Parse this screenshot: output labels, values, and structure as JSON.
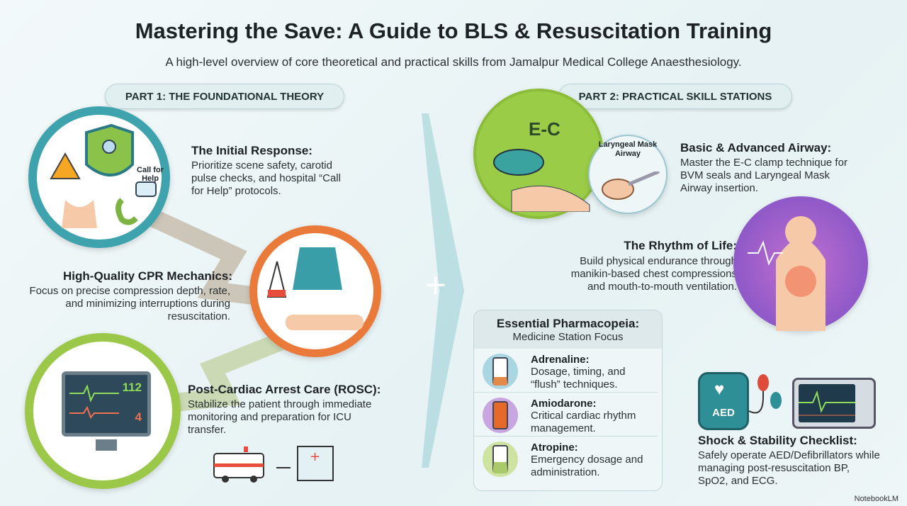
{
  "title": "Mastering the Save: A Guide to BLS & Resuscitation Training",
  "subtitle": "A high-level overview of core theoretical and practical skills from Jamalpur Medical College Anaesthesiology.",
  "part1": {
    "label": "PART 1: THE FOUNDATIONAL THEORY",
    "sections": [
      {
        "heading": "The Initial Response:",
        "text": "Prioritize scene safety, carotid pulse checks, and hospital “Call for Help” protocols.",
        "icon_label": "Call for Help"
      },
      {
        "heading": "High-Quality CPR Mechanics:",
        "text": "Focus on precise compression depth, rate, and minimizing interruptions during resuscitation."
      },
      {
        "heading": "Post-Cardiac Arrest Care (ROSC):",
        "text": "Stabilize the patient through immediate monitoring and preparation for ICU transfer.",
        "monitor_values": [
          "112",
          "4"
        ]
      }
    ]
  },
  "part2": {
    "label": "PART 2: PRACTICAL SKILL STATIONS",
    "airway": {
      "heading": "Basic & Advanced Airway:",
      "text": "Master the E-C clamp technique for BVM seals and Laryngeal Mask Airway insertion.",
      "ec_label": "E-C",
      "lma_label": "Laryngeal Mask Airway"
    },
    "rhythm": {
      "heading": "The Rhythm of Life:",
      "text": "Build physical endurance through manikin-based chest compressions and mouth-to-mouth ventilation."
    },
    "pharmacopeia": {
      "heading": "Essential Pharmacopeia:",
      "subheading": "Medicine Station Focus",
      "drugs": [
        {
          "name": "Adrenaline:",
          "text": "Dosage, timing, and “flush” techniques.",
          "color": "#a9d6e0",
          "liquid": "#e3894a"
        },
        {
          "name": "Amiodarone:",
          "text": "Critical cardiac rhythm management.",
          "color": "#c8a6e0",
          "liquid": "#e56a2a"
        },
        {
          "name": "Atropine:",
          "text": "Emergency dosage and administration.",
          "color": "#cfe3a0",
          "liquid": "#a9c96a"
        }
      ]
    },
    "shock": {
      "heading": "Shock & Stability Checklist:",
      "text": "Safely operate AED/Defibrillators while managing post-resuscitation BP, SpO2, and ECG.",
      "aed_label": "AED"
    }
  },
  "branding": "NotebookLM"
}
